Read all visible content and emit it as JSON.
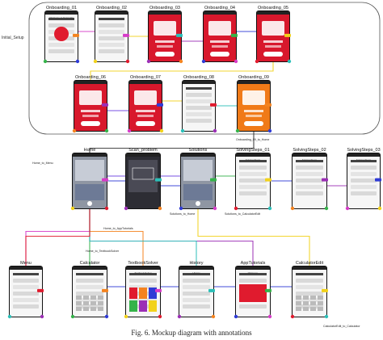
{
  "group_label": "Initial_Setup",
  "caption": "Fig. 6. Mockup diagram with annotations",
  "colors": {
    "red": "#e01b2e",
    "orange": "#f4831f",
    "blue": "#2f3bd6",
    "green": "#35b34a",
    "yellow": "#f2d21b",
    "purple": "#9b2fb5",
    "magenta": "#d63bc8",
    "teal": "#2bbfb8",
    "violet": "#6a3ee0",
    "dark": "#333333"
  },
  "screens": [
    {
      "id": "onb01",
      "title": "Onboarding_01",
      "theme": "white",
      "top": "Welcome to Snapcalc"
    },
    {
      "id": "onb02",
      "title": "Onboarding_02",
      "theme": "white",
      "top": ""
    },
    {
      "id": "onb03",
      "title": "Onboarding_03",
      "theme": "red",
      "top": ""
    },
    {
      "id": "onb04",
      "title": "Onboarding_04",
      "theme": "red",
      "top": ""
    },
    {
      "id": "onb05",
      "title": "Onboarding_05",
      "theme": "red",
      "top": ""
    },
    {
      "id": "onb06",
      "title": "Onboarding_06",
      "theme": "red",
      "top": ""
    },
    {
      "id": "onb07",
      "title": "Onboarding_07",
      "theme": "red",
      "top": ""
    },
    {
      "id": "onb08",
      "title": "Onboarding_08",
      "theme": "white",
      "top": ""
    },
    {
      "id": "onb09",
      "title": "Onboarding_09",
      "theme": "orange",
      "top": ""
    },
    {
      "id": "home",
      "title": "Home",
      "theme": "gray",
      "top": ""
    },
    {
      "id": "scan",
      "title": "Scan_problem",
      "theme": "dark",
      "top": ""
    },
    {
      "id": "solutions",
      "title": "Solutions",
      "theme": "gray",
      "top": ""
    },
    {
      "id": "ss01",
      "title": "SolvingSteps_01",
      "theme": "white",
      "top": "Solving Steps"
    },
    {
      "id": "ss02",
      "title": "SolvingSteps_02",
      "theme": "white",
      "top": "Solving Steps"
    },
    {
      "id": "ss03",
      "title": "SolvingSteps_03",
      "theme": "white",
      "top": "Solving Steps"
    },
    {
      "id": "menu",
      "title": "Menu",
      "theme": "white",
      "top": ""
    },
    {
      "id": "calc",
      "title": "Calculator",
      "theme": "white",
      "top": ""
    },
    {
      "id": "textbook",
      "title": "TextbookSolver",
      "theme": "white",
      "top": "Textbook Solver"
    },
    {
      "id": "history",
      "title": "History",
      "theme": "white",
      "top": "History"
    },
    {
      "id": "apptut",
      "title": "AppTutorials",
      "theme": "white",
      "top": "Welcome"
    },
    {
      "id": "calcedit",
      "title": "CalculatorEdit",
      "theme": "white",
      "top": ""
    }
  ],
  "edge_labels": [
    "Onboarding_01_to_02",
    "Onboarding_02_to_03",
    "Onboarding_03_to_04",
    "Onboarding_04_to_05",
    "Onboarding_05_to_06",
    "Onboarding_06_to_07",
    "Onboarding_07_to_08",
    "Onboarding_08_to_09",
    "Onboarding_09_to_Home",
    "Home_to_Menu",
    "Home_to_Scan",
    "Scan_to_Solutions",
    "Solutions_to_SolvingSteps_01",
    "SolvingSteps_01_to_02",
    "SolvingSteps_02_to_03",
    "Solutions_to_Home",
    "Solutions_to_CalculatorEdit",
    "Home_to_AppTutorials",
    "Home_to_TextbookSolver",
    "Home_to_Calculator",
    "Home_to_History",
    "CalculatorEdit_to_Calculator",
    "Menu_to_Home"
  ],
  "edge_text_visible": {
    "onb_to_home": "Onboarding_09_to_Home",
    "home_menu": "Home_to_Menu",
    "solutions_home": "Solutions_to_Home",
    "solutions_calcedit": "Solutions_to_CalculatorEdit",
    "home_apptut": "Home_to_AppTutorials",
    "home_textbook": "Home_to_TextbookSolver",
    "calcedit_calc": "CalculatorEdit_to_Calculator"
  }
}
